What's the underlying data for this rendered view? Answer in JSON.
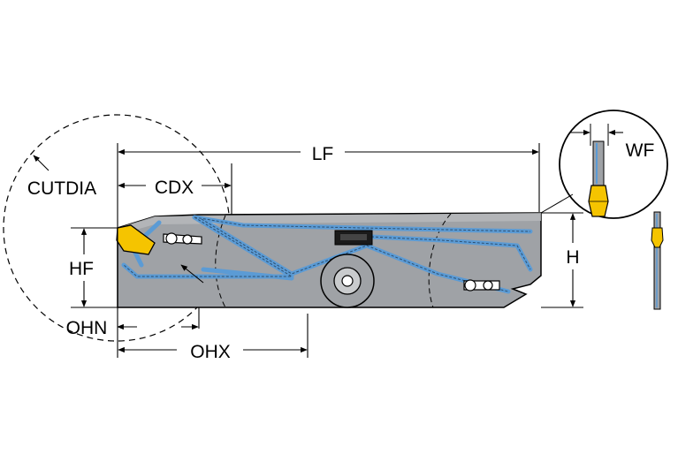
{
  "labels": {
    "lf": "LF",
    "cdx": "CDX",
    "cutdia": "CUTDIA",
    "hf": "HF",
    "h": "H",
    "ohn": "OHN",
    "ohx": "OHX",
    "wf": "WF"
  },
  "colors": {
    "body": "#9fa2a6",
    "body_dark": "#7d8084",
    "coolant": "#5b9bd5",
    "insert": "#f5c400",
    "line": "#000000"
  }
}
